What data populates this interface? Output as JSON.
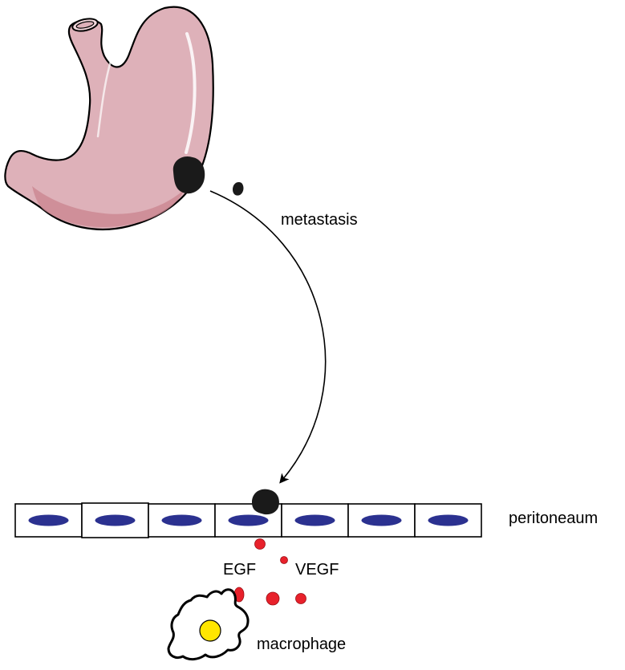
{
  "labels": {
    "metastasis": "metastasis",
    "peritoneum": "peritoneaum",
    "egf": "EGF",
    "vegf": "VEGF",
    "macrophage": "macrophage"
  },
  "peritoneum": {
    "cell_count": 7
  },
  "colors": {
    "stomach_fill": "#deb1b9",
    "stomach_shade": "#c9848f",
    "tumor": "#1a1a1a",
    "nucleus": "#2b3190",
    "growth_factor": "#e8212b",
    "macrophage_nucleus": "#ffe600"
  }
}
